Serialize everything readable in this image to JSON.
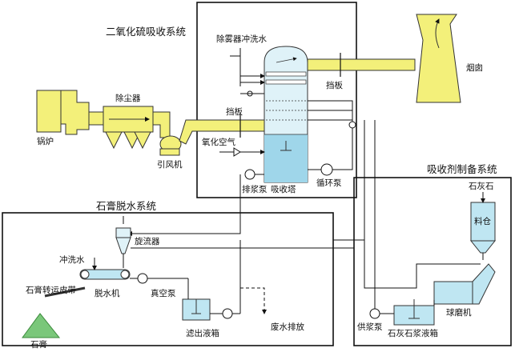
{
  "titles": {
    "so2_system": "二氧化硫吸收系统",
    "gypsum_system": "石膏脱水系统",
    "absorbent_system": "吸收剂制备系统"
  },
  "labels": {
    "boiler": "锅炉",
    "dust_collector": "除尘器",
    "induced_fan": "引风机",
    "damper_left": "挡板",
    "damper_right": "挡板",
    "demister_wash": "除雾器冲洗水",
    "oxidation_air": "氧化空气",
    "slurry_pump": "排浆泵",
    "absorber": "吸收塔",
    "circulation_pump": "循环泵",
    "chimney": "烟囱",
    "cyclone": "旋流器",
    "wash_water": "冲洗水",
    "gypsum_belt": "石膏转运皮带",
    "dewatering": "脱水机",
    "vacuum_pump": "真空泵",
    "filtrate_tank": "滤出液箱",
    "waste_water": "废水排放",
    "gypsum": "石膏",
    "limestone": "石灰石",
    "silo": "料仓",
    "ball_mill": "球磨机",
    "supply_pump": "供浆泵",
    "slurry_tank": "石灰石浆液箱"
  }
}
